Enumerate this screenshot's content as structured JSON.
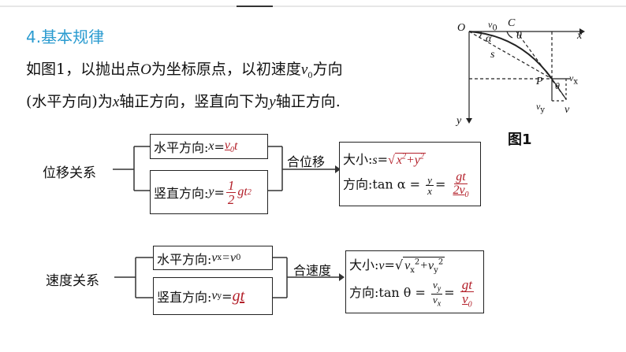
{
  "heading": "4.基本规律",
  "paragraph": {
    "line1_a": "如图1，以抛出点",
    "line1_O": "O",
    "line1_b": "为坐标原点，以初速度",
    "line1_v": "v",
    "line1_sub": "0",
    "line1_c": "方向",
    "line2_a": "(水平方向)为",
    "line2_x": "x",
    "line2_b": "轴正方向，竖直向下为",
    "line2_y": "y",
    "line2_c": "轴正方向."
  },
  "figure": {
    "caption": "图1",
    "origin": "O",
    "v0": "v",
    "v0_sub": "0",
    "point_c": "C",
    "theta": "θ",
    "alpha": "α",
    "s": "s",
    "point_p": "P",
    "vx": "v",
    "vx_sub": "x",
    "vy": "v",
    "vy_sub": "y",
    "v": "v",
    "x_axis": "x",
    "y_axis": "y",
    "theta2": "θ"
  },
  "displacement": {
    "group_label": "位移关系",
    "horizontal_prefix": "水平方向:",
    "horizontal_var": "x",
    "horizontal_eq": "=",
    "horizontal_val": "v",
    "horizontal_val_sub": "0",
    "horizontal_val_t": "t",
    "vertical_prefix": "竖直方向:",
    "vertical_var": "y",
    "vertical_eq": "=",
    "vertical_num": "1",
    "vertical_den": "2",
    "vertical_tail": "gt",
    "vertical_sup": "2",
    "combine_label": "合位移",
    "magnitude_prefix": "大小:",
    "magnitude_var": "s",
    "magnitude_eq": "=",
    "magnitude_expr": "x",
    "magnitude_expr2": "+y",
    "magnitude_sup": "2",
    "direction_prefix": "方向:tan α =",
    "direction_num": "y",
    "direction_den": "x",
    "direction_eq": "=",
    "direction_num2": "gt",
    "direction_den2": "2v",
    "direction_den2_sub": "0"
  },
  "velocity": {
    "group_label": "速度关系",
    "horizontal_prefix": "水平方向:",
    "horizontal_var": "v",
    "horizontal_sub": "x",
    "horizontal_eq": "=v",
    "horizontal_sub2": "0",
    "vertical_prefix": "竖直方向:",
    "vertical_var": "v",
    "vertical_sub": "y",
    "vertical_eq": "=",
    "vertical_val": "gt",
    "combine_label": "合速度",
    "magnitude_prefix": "大小:",
    "magnitude_var": "v",
    "magnitude_eq": "=",
    "magnitude_a": "v",
    "magnitude_a_sub": "x",
    "magnitude_plus": "+v",
    "magnitude_b_sub": "y",
    "magnitude_sup": "2",
    "direction_prefix": "方向:tan θ =",
    "direction_num": "v",
    "direction_num_sub": "y",
    "direction_den": "v",
    "direction_den_sub": "x",
    "direction_eq": "=",
    "direction_num2": "gt",
    "direction_den2": "v",
    "direction_den2_sub": "0"
  },
  "colors": {
    "heading": "#2a9bd0",
    "formula_red": "#b3202a"
  }
}
